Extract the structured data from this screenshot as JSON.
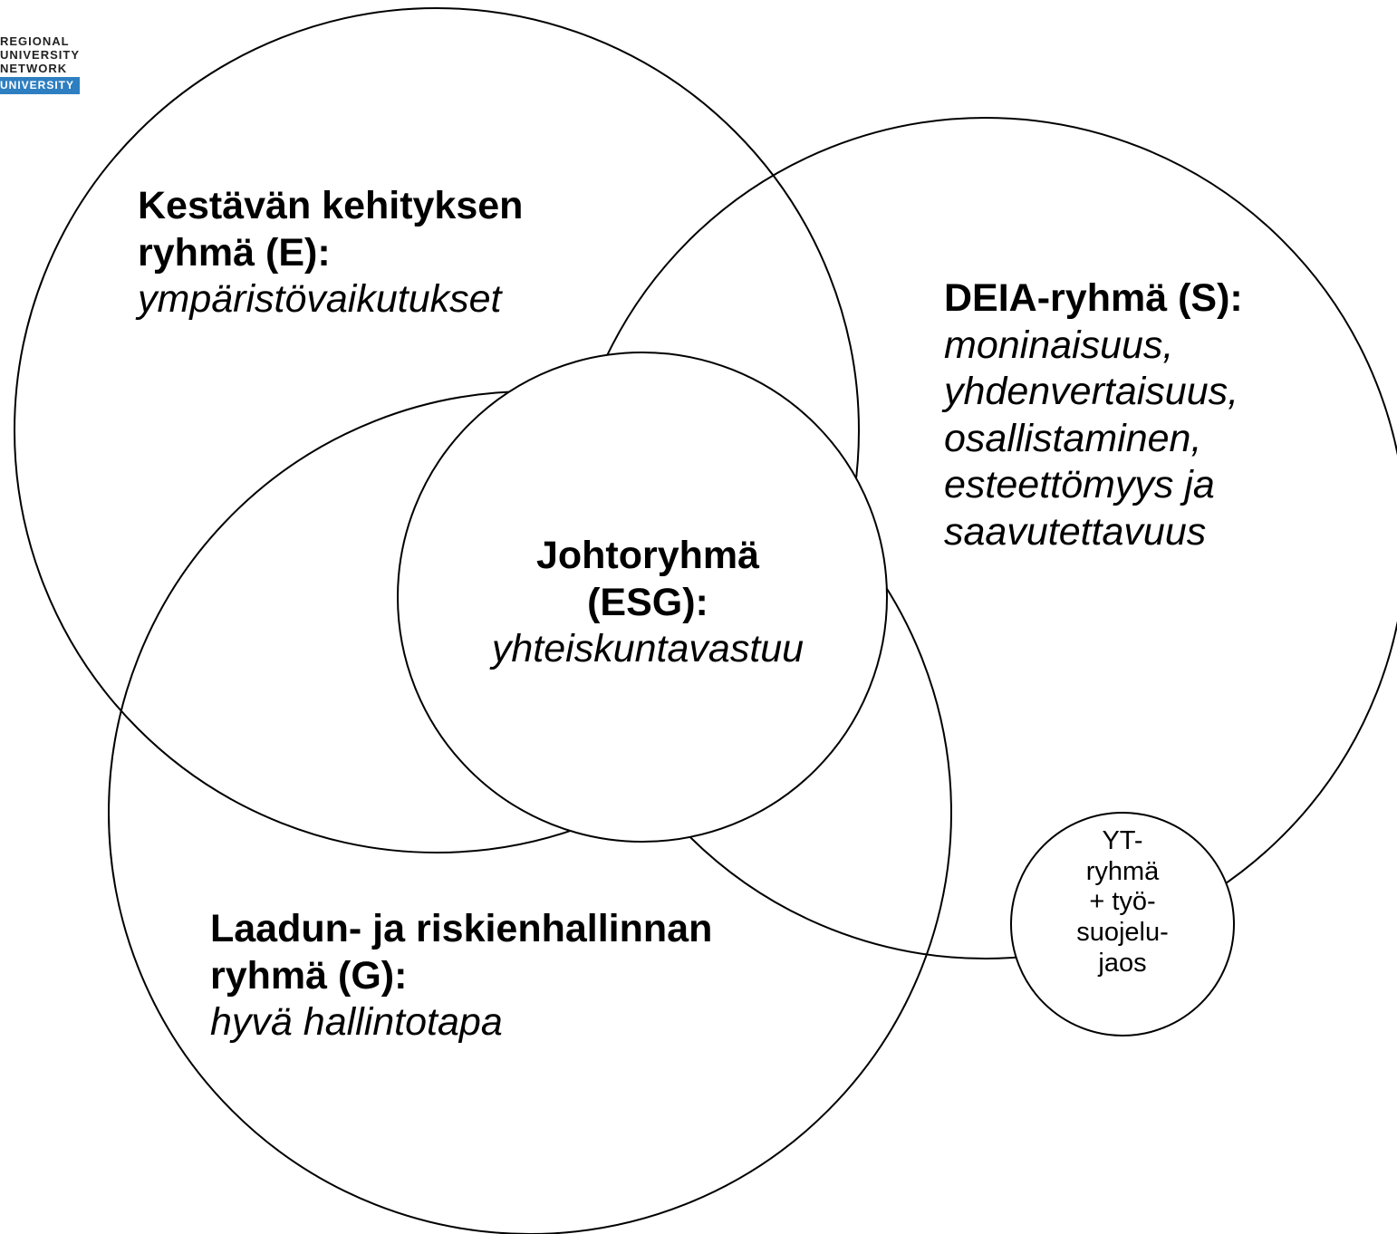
{
  "logo": {
    "line1": "REGIONAL",
    "line2": "UNIVERSITY",
    "line3": "NETWORK",
    "bar": "UNIVERSITY",
    "bar_color": "#2e7fc1"
  },
  "groups": {
    "environment": {
      "title_line1": "Kestävän kehityksen",
      "title_line2": "ryhmä (E):",
      "subtitle": "ympäristövaikutukset"
    },
    "social": {
      "title": "DEIA-ryhmä (S):",
      "items": [
        "moninaisuus,",
        "yhdenvertaisuus,",
        "osallistaminen,",
        "esteettömyys ja",
        "saavutettavuus"
      ]
    },
    "leadership": {
      "title_line1": "Johtoryhmä",
      "title_line2": "(ESG):",
      "subtitle": "yhteiskuntavastuu"
    },
    "governance": {
      "title_line1": "Laadun- ja riskienhallinnan",
      "title_line2": "ryhmä (G):",
      "subtitle": "hyvä hallintotapa"
    },
    "cooperation": {
      "lines": [
        "YT-",
        "ryhmä",
        "+ työ-",
        "suojelu-",
        "jaos"
      ]
    }
  },
  "colors": {
    "stroke": "#000000",
    "background": "#ffffff"
  }
}
